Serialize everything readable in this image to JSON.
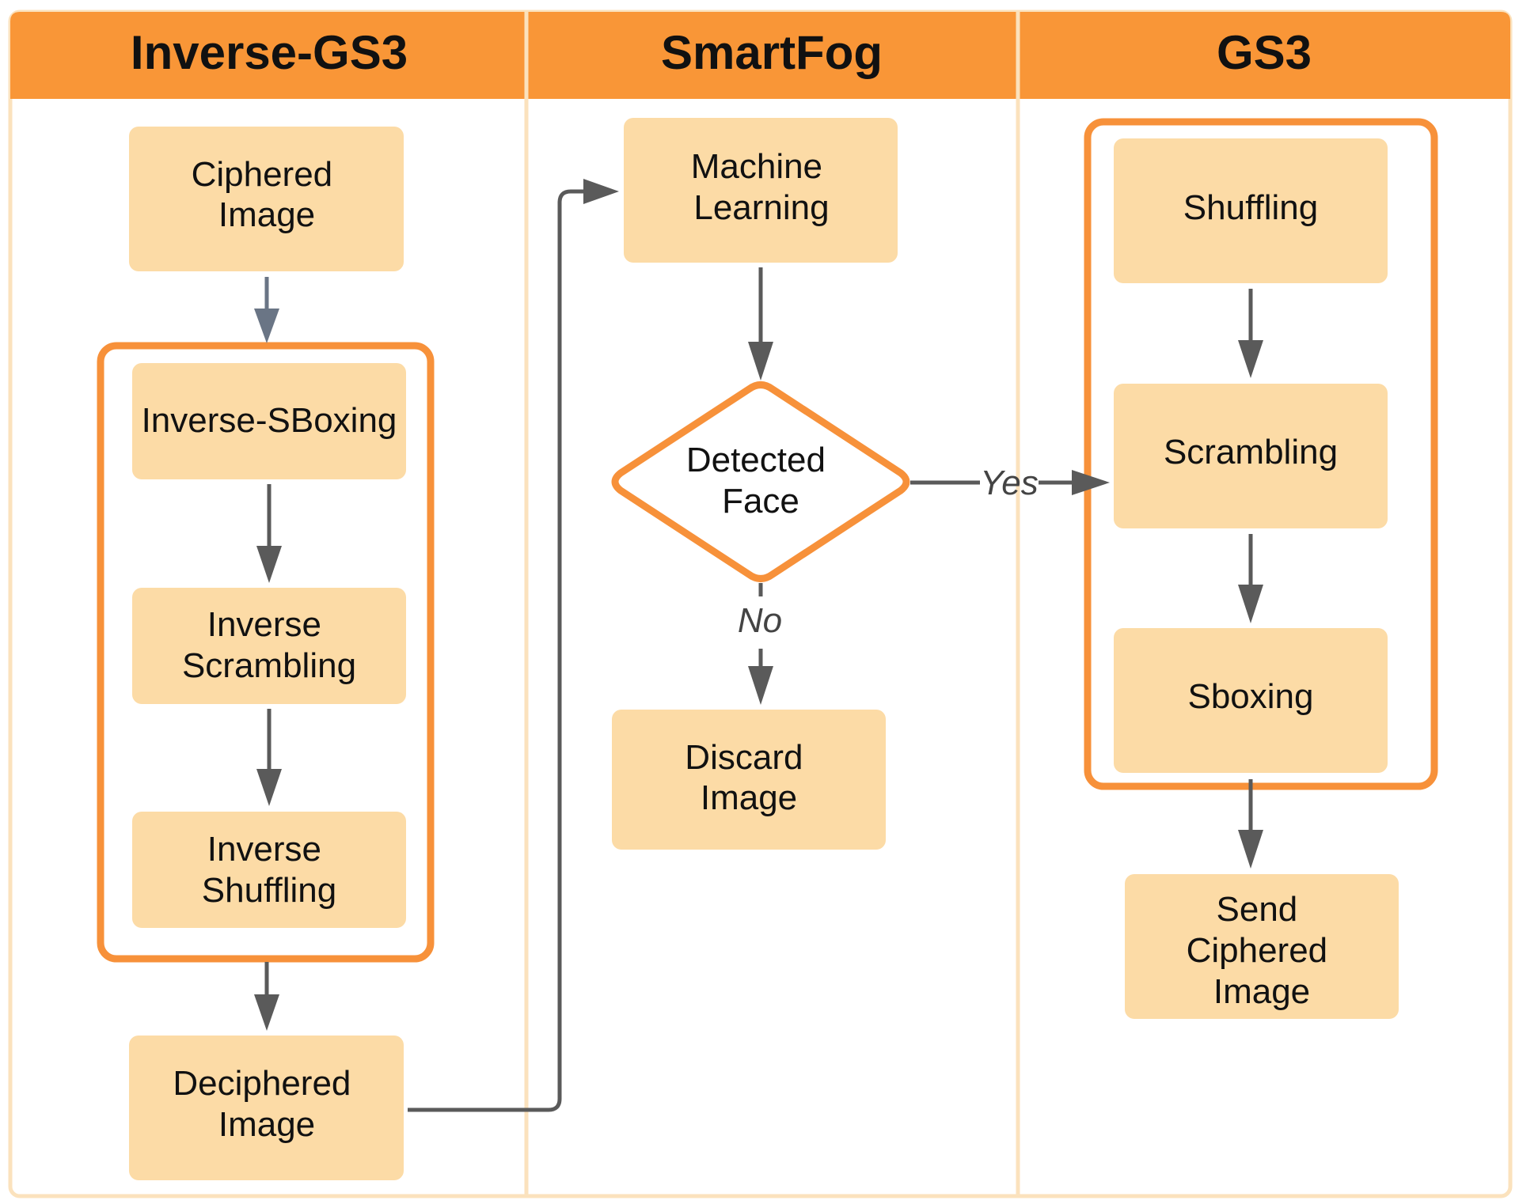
{
  "colors": {
    "header": "#f99637",
    "node_fill": "#fcdba6",
    "group_border": "#f7913a",
    "frame_border": "#fbe2bd",
    "arrow": "#5a5a5a"
  },
  "lanes": [
    {
      "title": "Inverse-GS3"
    },
    {
      "title": "SmartFog"
    },
    {
      "title": "GS3"
    }
  ],
  "nodes": {
    "ciphered_image": [
      "Ciphered",
      "Image"
    ],
    "inverse_sboxing": [
      "Inverse-SBoxing"
    ],
    "inverse_scrambling": [
      "Inverse",
      "Scrambling"
    ],
    "inverse_shuffling": [
      "Inverse",
      "Shuffling"
    ],
    "deciphered_image": [
      "Deciphered",
      "Image"
    ],
    "machine_learning": [
      "Machine",
      "Learning"
    ],
    "detected_face": [
      "Detected",
      "Face"
    ],
    "discard_image": [
      "Discard",
      "Image"
    ],
    "shuffling": [
      "Shuffling"
    ],
    "scrambling": [
      "Scrambling"
    ],
    "sboxing": [
      "Sboxing"
    ],
    "send_ciphered_image": [
      "Send",
      "Ciphered",
      "Image"
    ]
  },
  "edge_labels": {
    "yes": "Yes",
    "no": "No"
  }
}
